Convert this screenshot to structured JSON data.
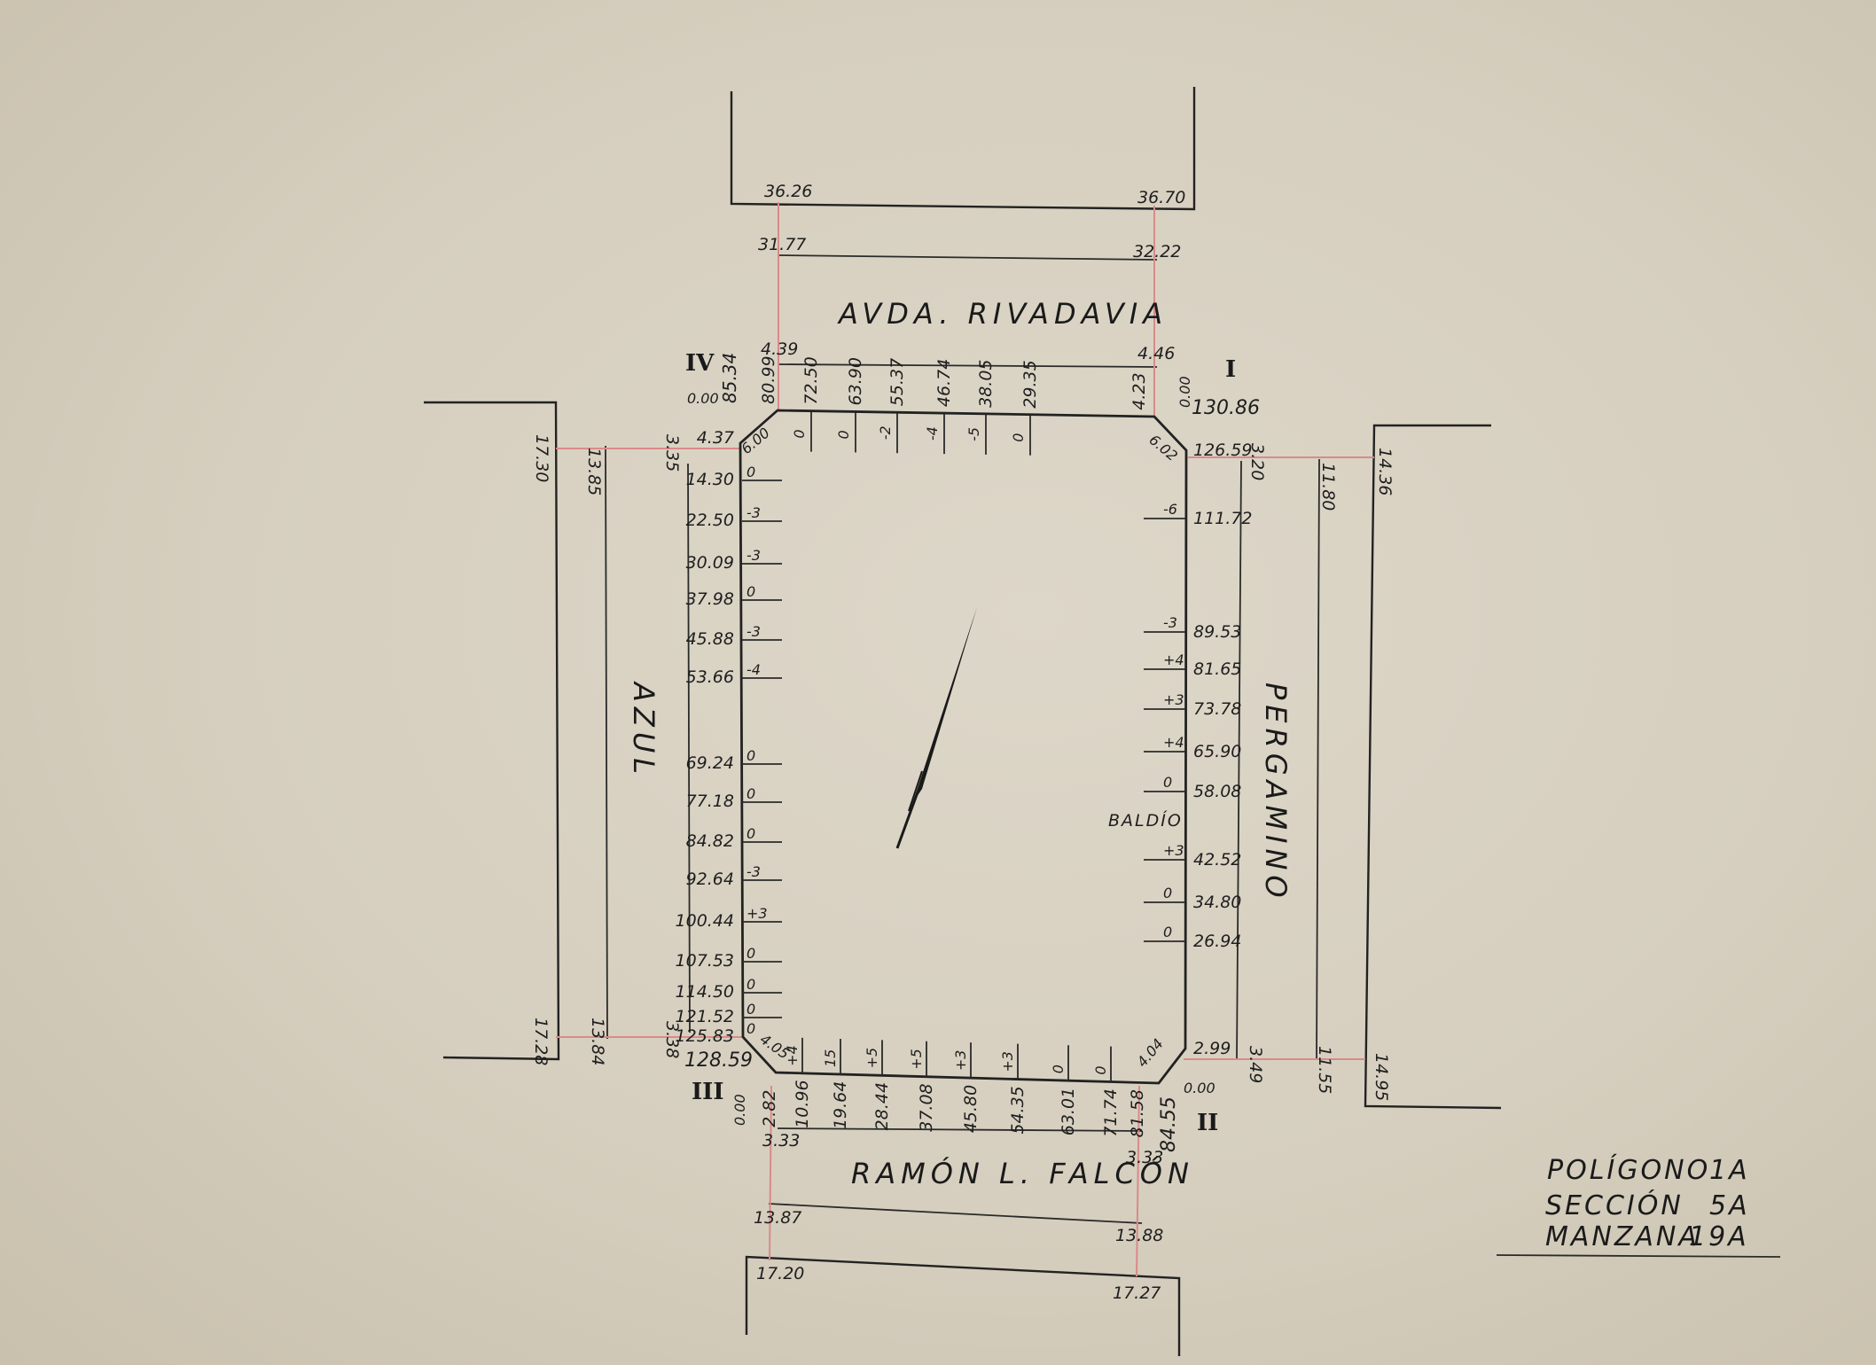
{
  "streets": {
    "top": "AVDA. RIVADAVIA",
    "left": "AZUL",
    "right": "PERGAMINO",
    "bottom": "RAMÓN L. FALCÓN"
  },
  "corners": {
    "I": "I",
    "II": "II",
    "III": "III",
    "IV": "IV"
  },
  "block": {
    "vacant_label": "BALDÍO",
    "corner_values": {
      "I": "130.86",
      "II": "84.55",
      "III": "128.59",
      "IV": "85.34"
    }
  },
  "top_dims": {
    "outer_left": "36.26",
    "outer_right": "36.70",
    "mid_left": "31.77",
    "mid_right": "32.22",
    "inner_left": "4.39",
    "inner_right": "4.46"
  },
  "bottom_dims": {
    "inner_left": "3.33",
    "inner_right": "3.33",
    "mid_left": "13.87",
    "mid_right": "13.88",
    "outer_left": "17.20",
    "outer_right": "17.27"
  },
  "left_dims": {
    "outer_top": "17.30",
    "mid_top": "13.85",
    "inner_top": "3.35",
    "outer_bottom": "17.28",
    "mid_bottom": "13.84",
    "inner_bottom": "3.38"
  },
  "right_dims": {
    "inner_top": "3.20",
    "mid_top": "11.80",
    "outer_top": "14.36",
    "inner_bottom": "3.49",
    "mid_bottom": "11.55",
    "outer_bottom": "14.95"
  },
  "zeros": {
    "top_left": "0.00",
    "top_right": "0.00",
    "bottom_left": "0.00",
    "bottom_right": "0.00"
  },
  "chamfers": {
    "IV": "6.00",
    "I": "6.02",
    "III": "4.05",
    "II": "4.04"
  },
  "top_side": [
    {
      "value": "80.99",
      "offset": ""
    },
    {
      "value": "72.50",
      "offset": "0"
    },
    {
      "value": "63.90",
      "offset": "0"
    },
    {
      "value": "55.37",
      "offset": "-2"
    },
    {
      "value": "46.74",
      "offset": "-4"
    },
    {
      "value": "38.05",
      "offset": "-5"
    },
    {
      "value": "29.35",
      "offset": "0"
    },
    {
      "value": "4.23",
      "offset": ""
    }
  ],
  "left_side": [
    {
      "value": "4.37",
      "offset": ""
    },
    {
      "value": "14.30",
      "offset": "0"
    },
    {
      "value": "22.50",
      "offset": "-3"
    },
    {
      "value": "30.09",
      "offset": "-3"
    },
    {
      "value": "37.98",
      "offset": "0"
    },
    {
      "value": "45.88",
      "offset": "-3"
    },
    {
      "value": "53.66",
      "offset": "-4"
    },
    {
      "value": "69.24",
      "offset": "0"
    },
    {
      "value": "77.18",
      "offset": "0"
    },
    {
      "value": "84.82",
      "offset": "0"
    },
    {
      "value": "92.64",
      "offset": "-3"
    },
    {
      "value": "100.44",
      "offset": "+3"
    },
    {
      "value": "107.53",
      "offset": "0"
    },
    {
      "value": "114.50",
      "offset": "0"
    },
    {
      "value": "121.52",
      "offset": "0"
    },
    {
      "value": "125.83",
      "offset": "0"
    }
  ],
  "right_side": [
    {
      "value": "126.59",
      "offset": ""
    },
    {
      "value": "111.72",
      "offset": "-6"
    },
    {
      "value": "89.53",
      "offset": "-3"
    },
    {
      "value": "81.65",
      "offset": "+4"
    },
    {
      "value": "73.78",
      "offset": "+3"
    },
    {
      "value": "65.90",
      "offset": "+4"
    },
    {
      "value": "58.08",
      "offset": "0"
    },
    {
      "value": "42.52",
      "offset": "+3"
    },
    {
      "value": "34.80",
      "offset": "0"
    },
    {
      "value": "26.94",
      "offset": "0"
    },
    {
      "value": "2.99",
      "offset": ""
    }
  ],
  "bottom_side": [
    {
      "value": "2.82",
      "offset": ""
    },
    {
      "value": "10.96",
      "offset": "+4"
    },
    {
      "value": "19.64",
      "offset": "15"
    },
    {
      "value": "28.44",
      "offset": "+5"
    },
    {
      "value": "37.08",
      "offset": "+5"
    },
    {
      "value": "45.80",
      "offset": "+3"
    },
    {
      "value": "54.35",
      "offset": "+3"
    },
    {
      "value": "63.01",
      "offset": "0"
    },
    {
      "value": "71.74",
      "offset": "0"
    },
    {
      "value": "81.58",
      "offset": ""
    }
  ],
  "title_block": {
    "poligono_label": "POLÍGONO",
    "poligono_value": "1A",
    "seccion_label": "SECCIÓN",
    "seccion_value": "5A",
    "manzana_label": "MANZANA",
    "manzana_value": "19A"
  },
  "colors": {
    "ink": "#222222",
    "pink": "#d98a8a",
    "paper": "#d6cfbf"
  }
}
